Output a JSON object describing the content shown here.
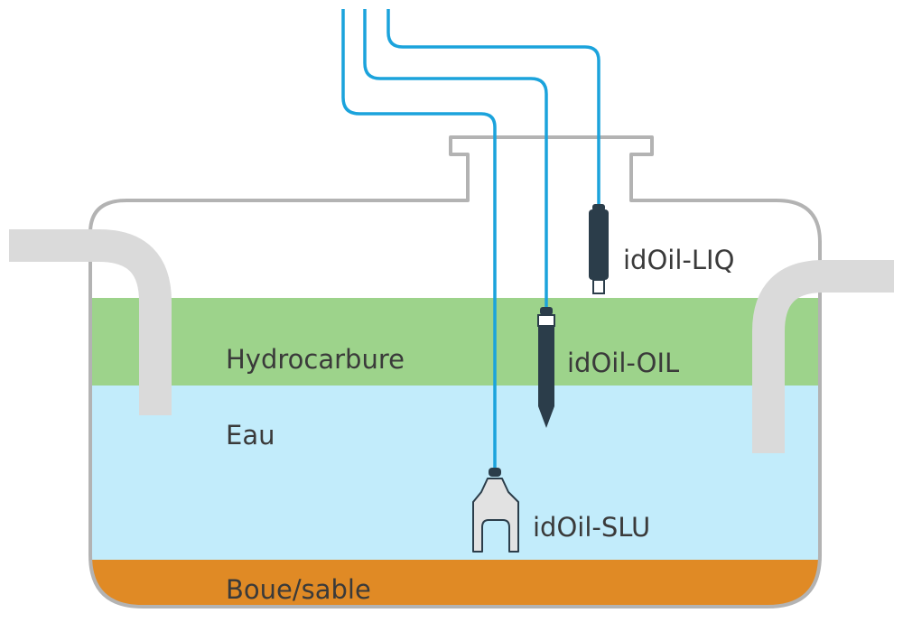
{
  "layers": {
    "hydrocarbon": "Hydrocarbure",
    "water": "Eau",
    "sludge": "Boue/sable"
  },
  "sensors": {
    "liq": "idOil-LIQ",
    "oil": "idOil-OIL",
    "slu": "idOil-SLU"
  },
  "colors": {
    "tank_outline": "#b3b3b3",
    "hydrocarbon_layer": "#9dd38b",
    "water_layer": "#c2ecfb",
    "sludge_layer": "#e08a25",
    "pipe": "#dadada",
    "cable": "#1ba3dc",
    "sensor_body": "#2b3d4a",
    "slu_probe": "#e2e2e2"
  }
}
